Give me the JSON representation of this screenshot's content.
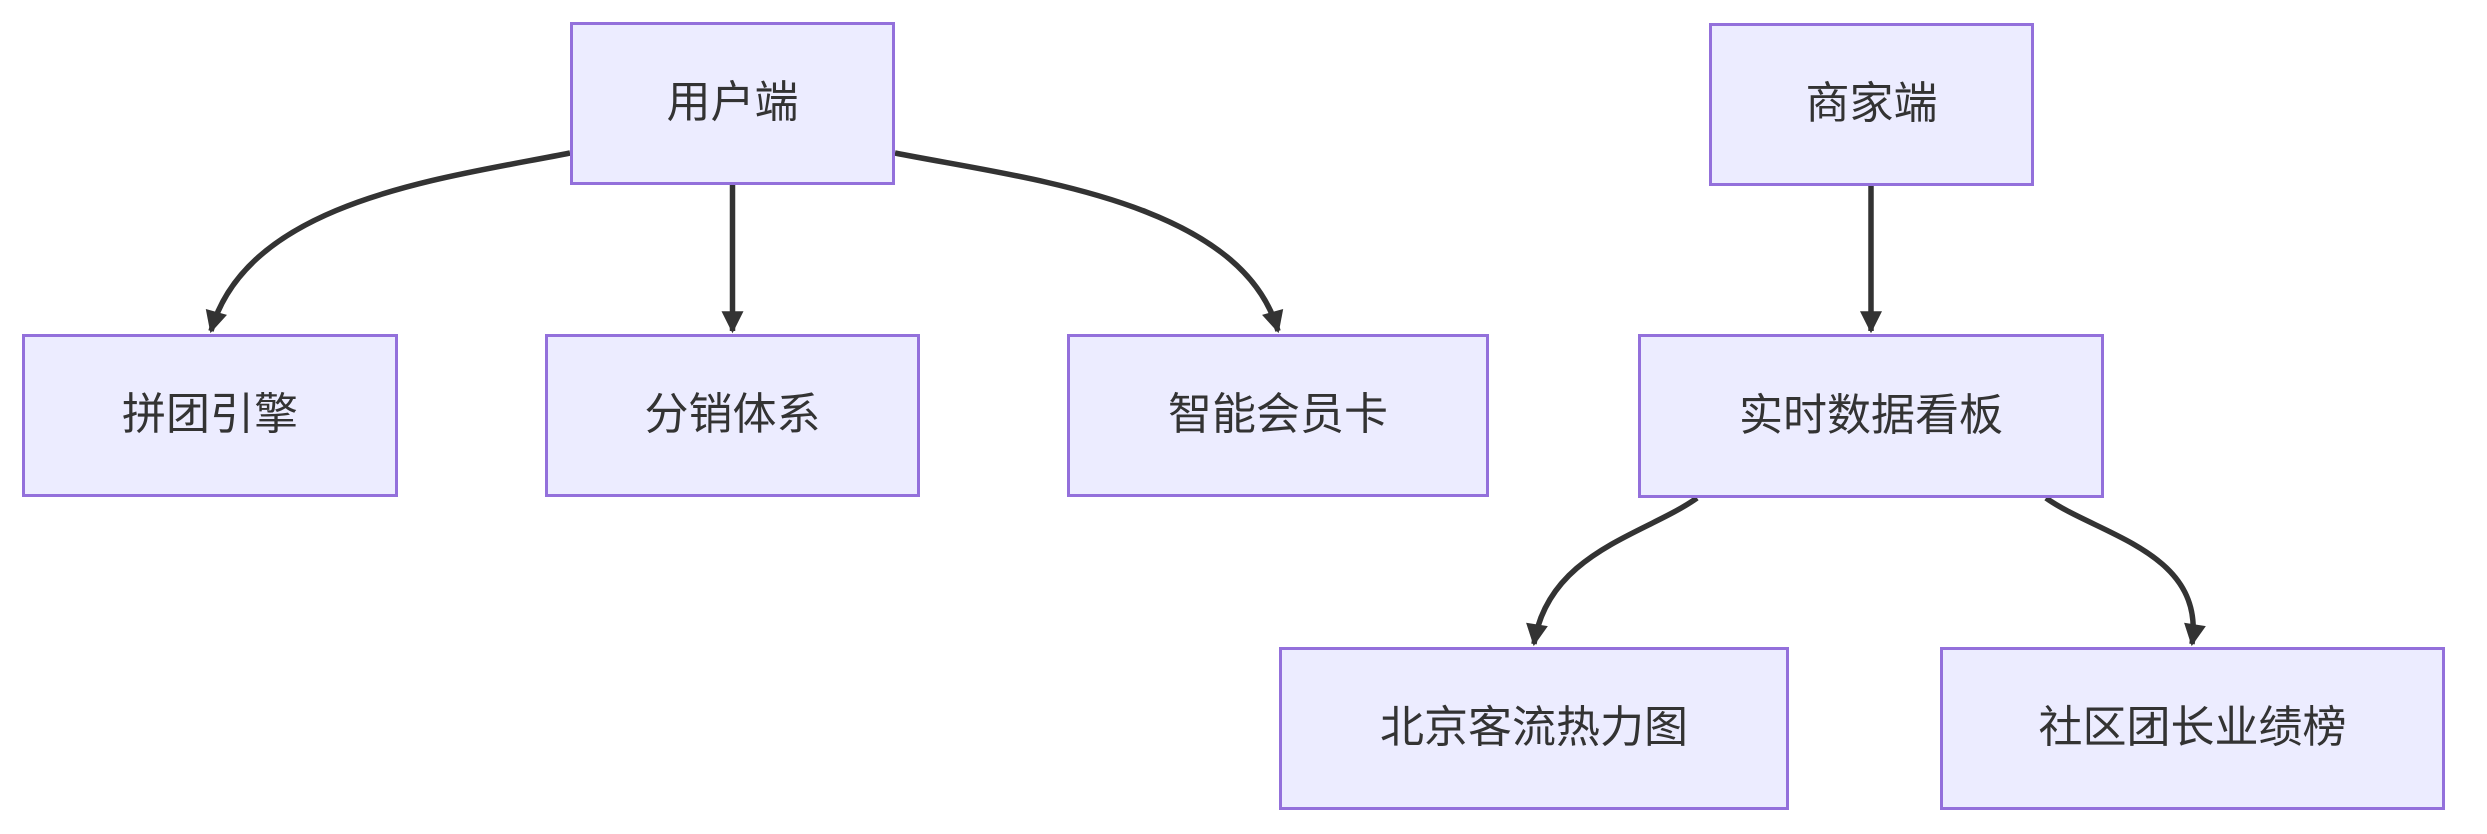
{
  "diagram": {
    "type": "flowchart",
    "direction": "top-down",
    "nodes": [
      {
        "id": "user-side",
        "label": "用户端"
      },
      {
        "id": "groupbuy-engine",
        "label": "拼团引擎"
      },
      {
        "id": "distribution-system",
        "label": "分销体系"
      },
      {
        "id": "smart-member-card",
        "label": "智能会员卡"
      },
      {
        "id": "merchant-side",
        "label": "商家端"
      },
      {
        "id": "realtime-dashboard",
        "label": "实时数据看板"
      },
      {
        "id": "beijing-heatmap",
        "label": "北京客流热力图"
      },
      {
        "id": "leader-ranking",
        "label": "社区团长业绩榜"
      }
    ],
    "edges": [
      {
        "from": "用户端",
        "to": "拼团引擎"
      },
      {
        "from": "用户端",
        "to": "分销体系"
      },
      {
        "from": "用户端",
        "to": "智能会员卡"
      },
      {
        "from": "商家端",
        "to": "实时数据看板"
      },
      {
        "from": "实时数据看板",
        "to": "北京客流热力图"
      },
      {
        "from": "实时数据看板",
        "to": "社区团长业绩榜"
      }
    ],
    "colors": {
      "node-fill": "#ECECFF",
      "node-border": "#9370DB",
      "edge": "#333333",
      "text": "#333333",
      "bg": "#ffffff"
    }
  }
}
